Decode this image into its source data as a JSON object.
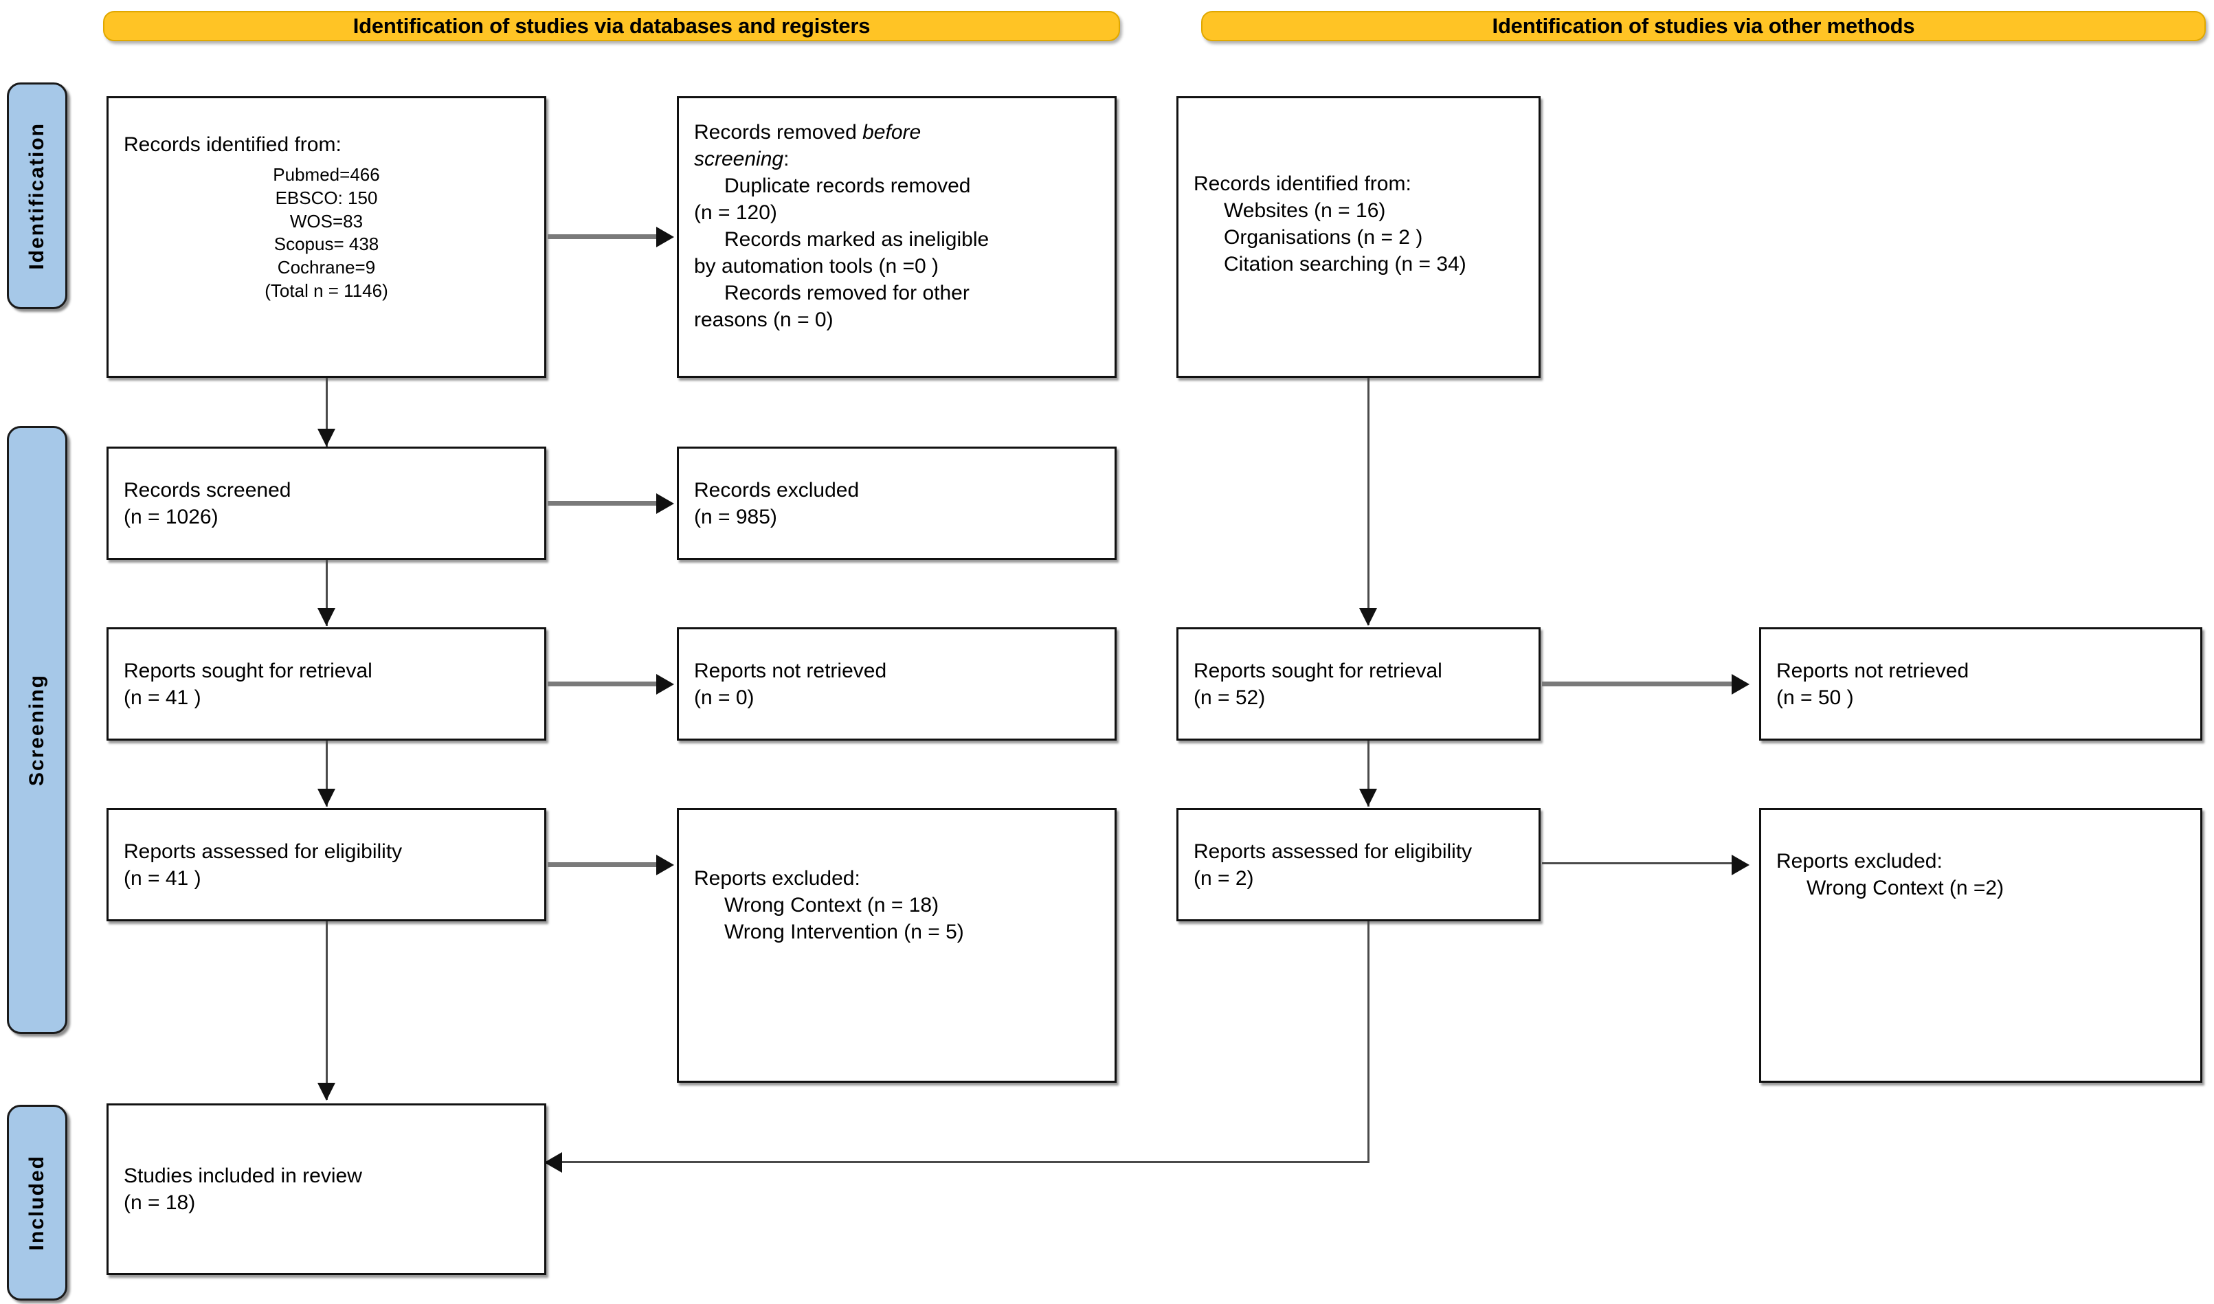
{
  "diagram": {
    "type": "PRISMA 2020 flow diagram",
    "headers": [
      {
        "label": "Identification of studies via databases and registers"
      },
      {
        "label": "Identification of studies via other methods"
      }
    ],
    "stages": [
      {
        "label": "Identification"
      },
      {
        "label": "Screening"
      },
      {
        "label": "Included"
      }
    ],
    "colors": {
      "header_fill": "#FFC425",
      "header_border": "#E0A800",
      "stage_fill": "#A6C8E8",
      "stage_border": "#1A1A1A",
      "box_border": "#111111",
      "connector": "#4A4A4A"
    },
    "left_column": {
      "records_identified": {
        "title": "Records identified from:",
        "sources": [
          "Pubmed=466",
          "EBSCO: 150",
          "WOS=83",
          "Scopus= 438",
          "Cochrane=9",
          "(Total n = 1146)"
        ]
      },
      "records_removed": {
        "title_a": "Records removed ",
        "title_b": "before",
        "title_c": "screening",
        "title_d": ":",
        "items": [
          "Duplicate records removed",
          "(n = 120)",
          "Records marked as ineligible",
          "by automation tools (n =0 )",
          "Records removed for other",
          "reasons (n = 0)"
        ]
      },
      "records_screened": {
        "title": "Records screened",
        "count": "(n = 1026)"
      },
      "records_excluded": {
        "title": "Records excluded",
        "count": "(n = 985)"
      },
      "reports_sought": {
        "title": "Reports sought for retrieval",
        "count": "(n = 41 )"
      },
      "reports_not_retrieved": {
        "title": "Reports not retrieved",
        "count": "(n = 0)"
      },
      "reports_assessed": {
        "title": "Reports assessed for eligibility",
        "count": "(n = 41 )"
      },
      "reports_excluded": {
        "title": "Reports excluded:",
        "reasons": [
          "Wrong Context (n = 18)",
          "Wrong Intervention (n = 5)"
        ]
      }
    },
    "right_column": {
      "records_identified": {
        "title": "Records identified from:",
        "sources": [
          "Websites (n = 16)",
          "Organisations (n = 2 )",
          "Citation searching (n = 34)"
        ]
      },
      "reports_sought": {
        "title": "Reports sought for retrieval",
        "count": "(n = 52)"
      },
      "reports_not_retrieved": {
        "title": "Reports not retrieved",
        "count": "(n = 50 )"
      },
      "reports_assessed": {
        "title": "Reports assessed for eligibility",
        "count": "(n = 2)"
      },
      "reports_excluded": {
        "title": "Reports excluded:",
        "reasons": [
          "Wrong Context (n =2)"
        ]
      }
    },
    "included": {
      "title": "Studies included in review",
      "count": "(n = 18)"
    }
  }
}
